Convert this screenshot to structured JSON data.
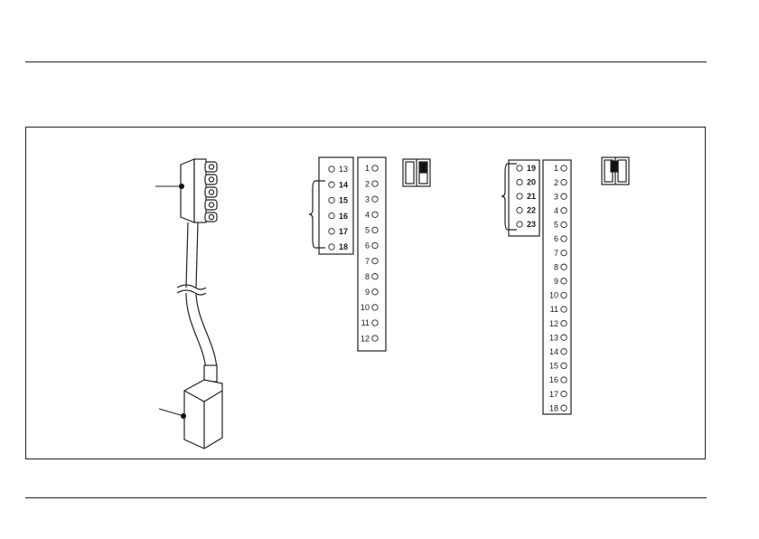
{
  "connector_a": {
    "top_block": [
      "13",
      "14",
      "15",
      "16",
      "17",
      "18"
    ],
    "bold_pins": [
      "14",
      "15",
      "16",
      "17",
      "18"
    ],
    "bottom_block": [
      "1",
      "2",
      "3",
      "4",
      "5",
      "6",
      "7",
      "8",
      "9",
      "10",
      "11",
      "12"
    ]
  },
  "connector_b": {
    "top_block": [
      "19",
      "20",
      "21",
      "22",
      "23"
    ],
    "bold_pins": [
      "19",
      "20",
      "21",
      "22",
      "23"
    ],
    "bottom_block": [
      "1",
      "2",
      "3",
      "4",
      "5",
      "6",
      "7",
      "8",
      "9",
      "10",
      "11",
      "12",
      "13",
      "14",
      "15",
      "16",
      "17",
      "18"
    ]
  },
  "colors": {
    "line": "#222222",
    "paper": "#ffffff"
  }
}
